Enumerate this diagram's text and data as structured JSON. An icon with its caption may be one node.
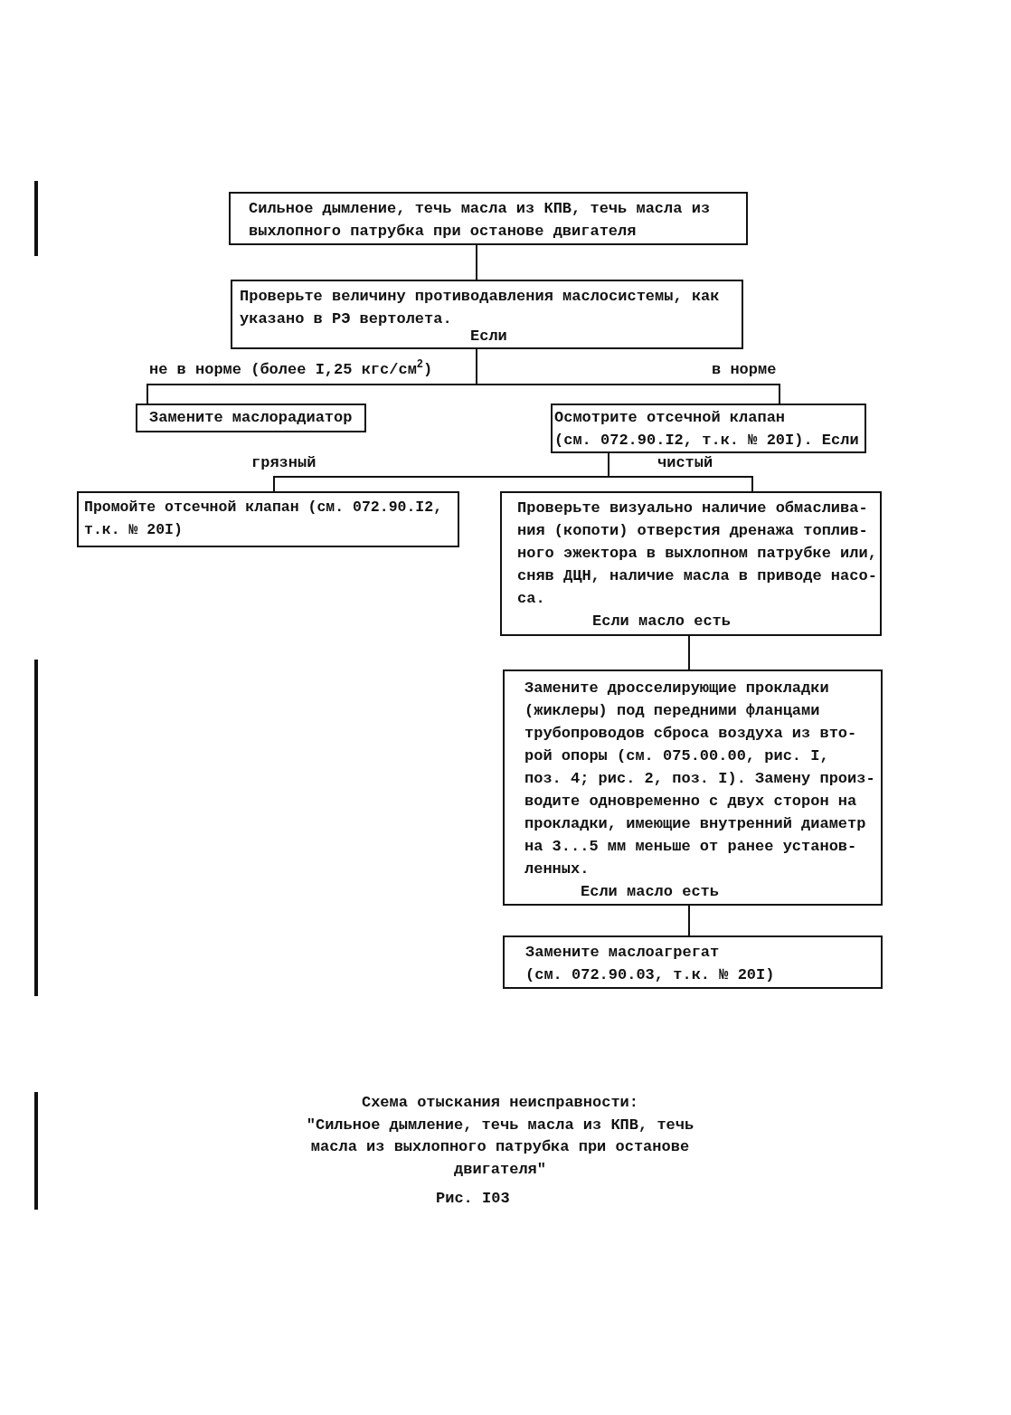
{
  "diagram": {
    "caption": "Схема отыскания неисправности: \"Сильное дымление, течь масла из КПВ, течь масла из выхлопного патрубка при останове двигателя\"",
    "nodes": [
      {
        "text": [
          "Сильное дымление, течь масла из КПВ, течь масла из выхлопного патрубка при останове двигателя"
        ]
      },
      {
        "text": [
          "Проверьте величину противодавления маслосистемы, как указано в РЭ вертолета.",
          "Если"
        ]
      },
      {
        "text": [
          "Замените маслорадиатор"
        ]
      },
      {
        "text": [
          "Осмотрите отсечной клапан (см. 072.90.I2, т.к. № 20I). Если"
        ]
      },
      {
        "text": [
          "Промойте отсечной клапан (см. 072.90.I2, т.к. № 20I)"
        ]
      },
      {
        "text": [
          "Проверьте визуально наличие обмаслива- ния (копоти) отверстия дренажа топлив- ного эжектора в выхлопном патрубке или, сняв ДЦН, наличие масла в приводе насо- са.",
          "Если масло есть"
        ]
      },
      {
        "text": [
          "Замените дросселирующие прокладки (жиклеры) под передними фланцами трубопроводов сброса воздуха из вто- рой опоры (см. 075.00.00, рис. I, поз. 4; рис. 2, поз. I). Замену произ- водите одновременно с двух сторон на прокладки, имеющие внутренний диаметр на 3...5 мм меньше от ранее установ- ленных.",
          "Если масло есть"
        ]
      },
      {
        "text": [
          "Замените маслоагрегат (см. 072.90.03, т.к. № 20I)"
        ]
      }
    ],
    "edges": [
      {
        "from": 0,
        "to": 1,
        "arrow": "none"
      },
      {
        "from": 1,
        "to": 2,
        "arrow": "none",
        "label": "не в норме (более I,25 кгс/см$^{2}$)"
      },
      {
        "from": 1,
        "to": 3,
        "arrow": "none",
        "label": "в норме"
      },
      {
        "from": 3,
        "to": 4,
        "arrow": "none",
        "label": "грязный"
      },
      {
        "from": 3,
        "to": 5,
        "arrow": "none",
        "label": "чистый"
      },
      {
        "from": 5,
        "to": 6,
        "arrow": "none"
      },
      {
        "from": 6,
        "to": 7,
        "arrow": "none"
      }
    ],
    "labels": [
      "Рис. I03"
    ]
  }
}
